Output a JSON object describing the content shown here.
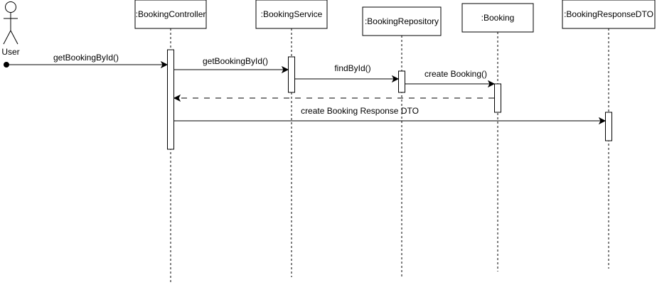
{
  "actor": {
    "label": "User"
  },
  "participants": [
    {
      "id": "controller",
      "label": ":BookingController"
    },
    {
      "id": "service",
      "label": ":BookingService"
    },
    {
      "id": "repository",
      "label": ":BookingRepository"
    },
    {
      "id": "booking",
      "label": ":Booking"
    },
    {
      "id": "dto",
      "label": ":BookingResponseDTO"
    }
  ],
  "messages": [
    {
      "label": "getBookingById()",
      "from": "user",
      "to": "controller",
      "kind": "found"
    },
    {
      "label": "getBookingById()",
      "from": "controller",
      "to": "service",
      "kind": "sync"
    },
    {
      "label": "findById()",
      "from": "service",
      "to": "repository",
      "kind": "sync"
    },
    {
      "label": "create Booking()",
      "from": "repository",
      "to": "booking",
      "kind": "sync"
    },
    {
      "label": "",
      "from": "booking",
      "to": "controller",
      "kind": "return"
    },
    {
      "label": "create Booking Response DTO",
      "from": "controller",
      "to": "dto",
      "kind": "sync"
    }
  ],
  "colors": {
    "line": "#000000",
    "background": "#ffffff"
  }
}
